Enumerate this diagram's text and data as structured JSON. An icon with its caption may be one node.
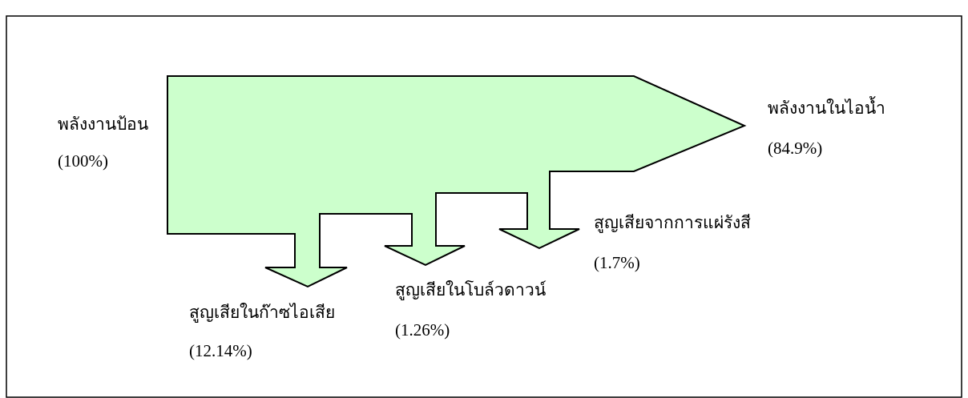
{
  "diagram": {
    "labels": [
      "พลังงานป้อน",
      "(100%)",
      "พลังงานในไอน้ำ",
      "(84.9%)",
      "สูญเสียจากการแผ่รังสี",
      "(1.7%)",
      "สูญเสียในโบล์วดาวน์",
      "(1.26%)",
      "สูญเสียในก๊าซไอเสีย",
      "(12.14%)"
    ]
  }
}
